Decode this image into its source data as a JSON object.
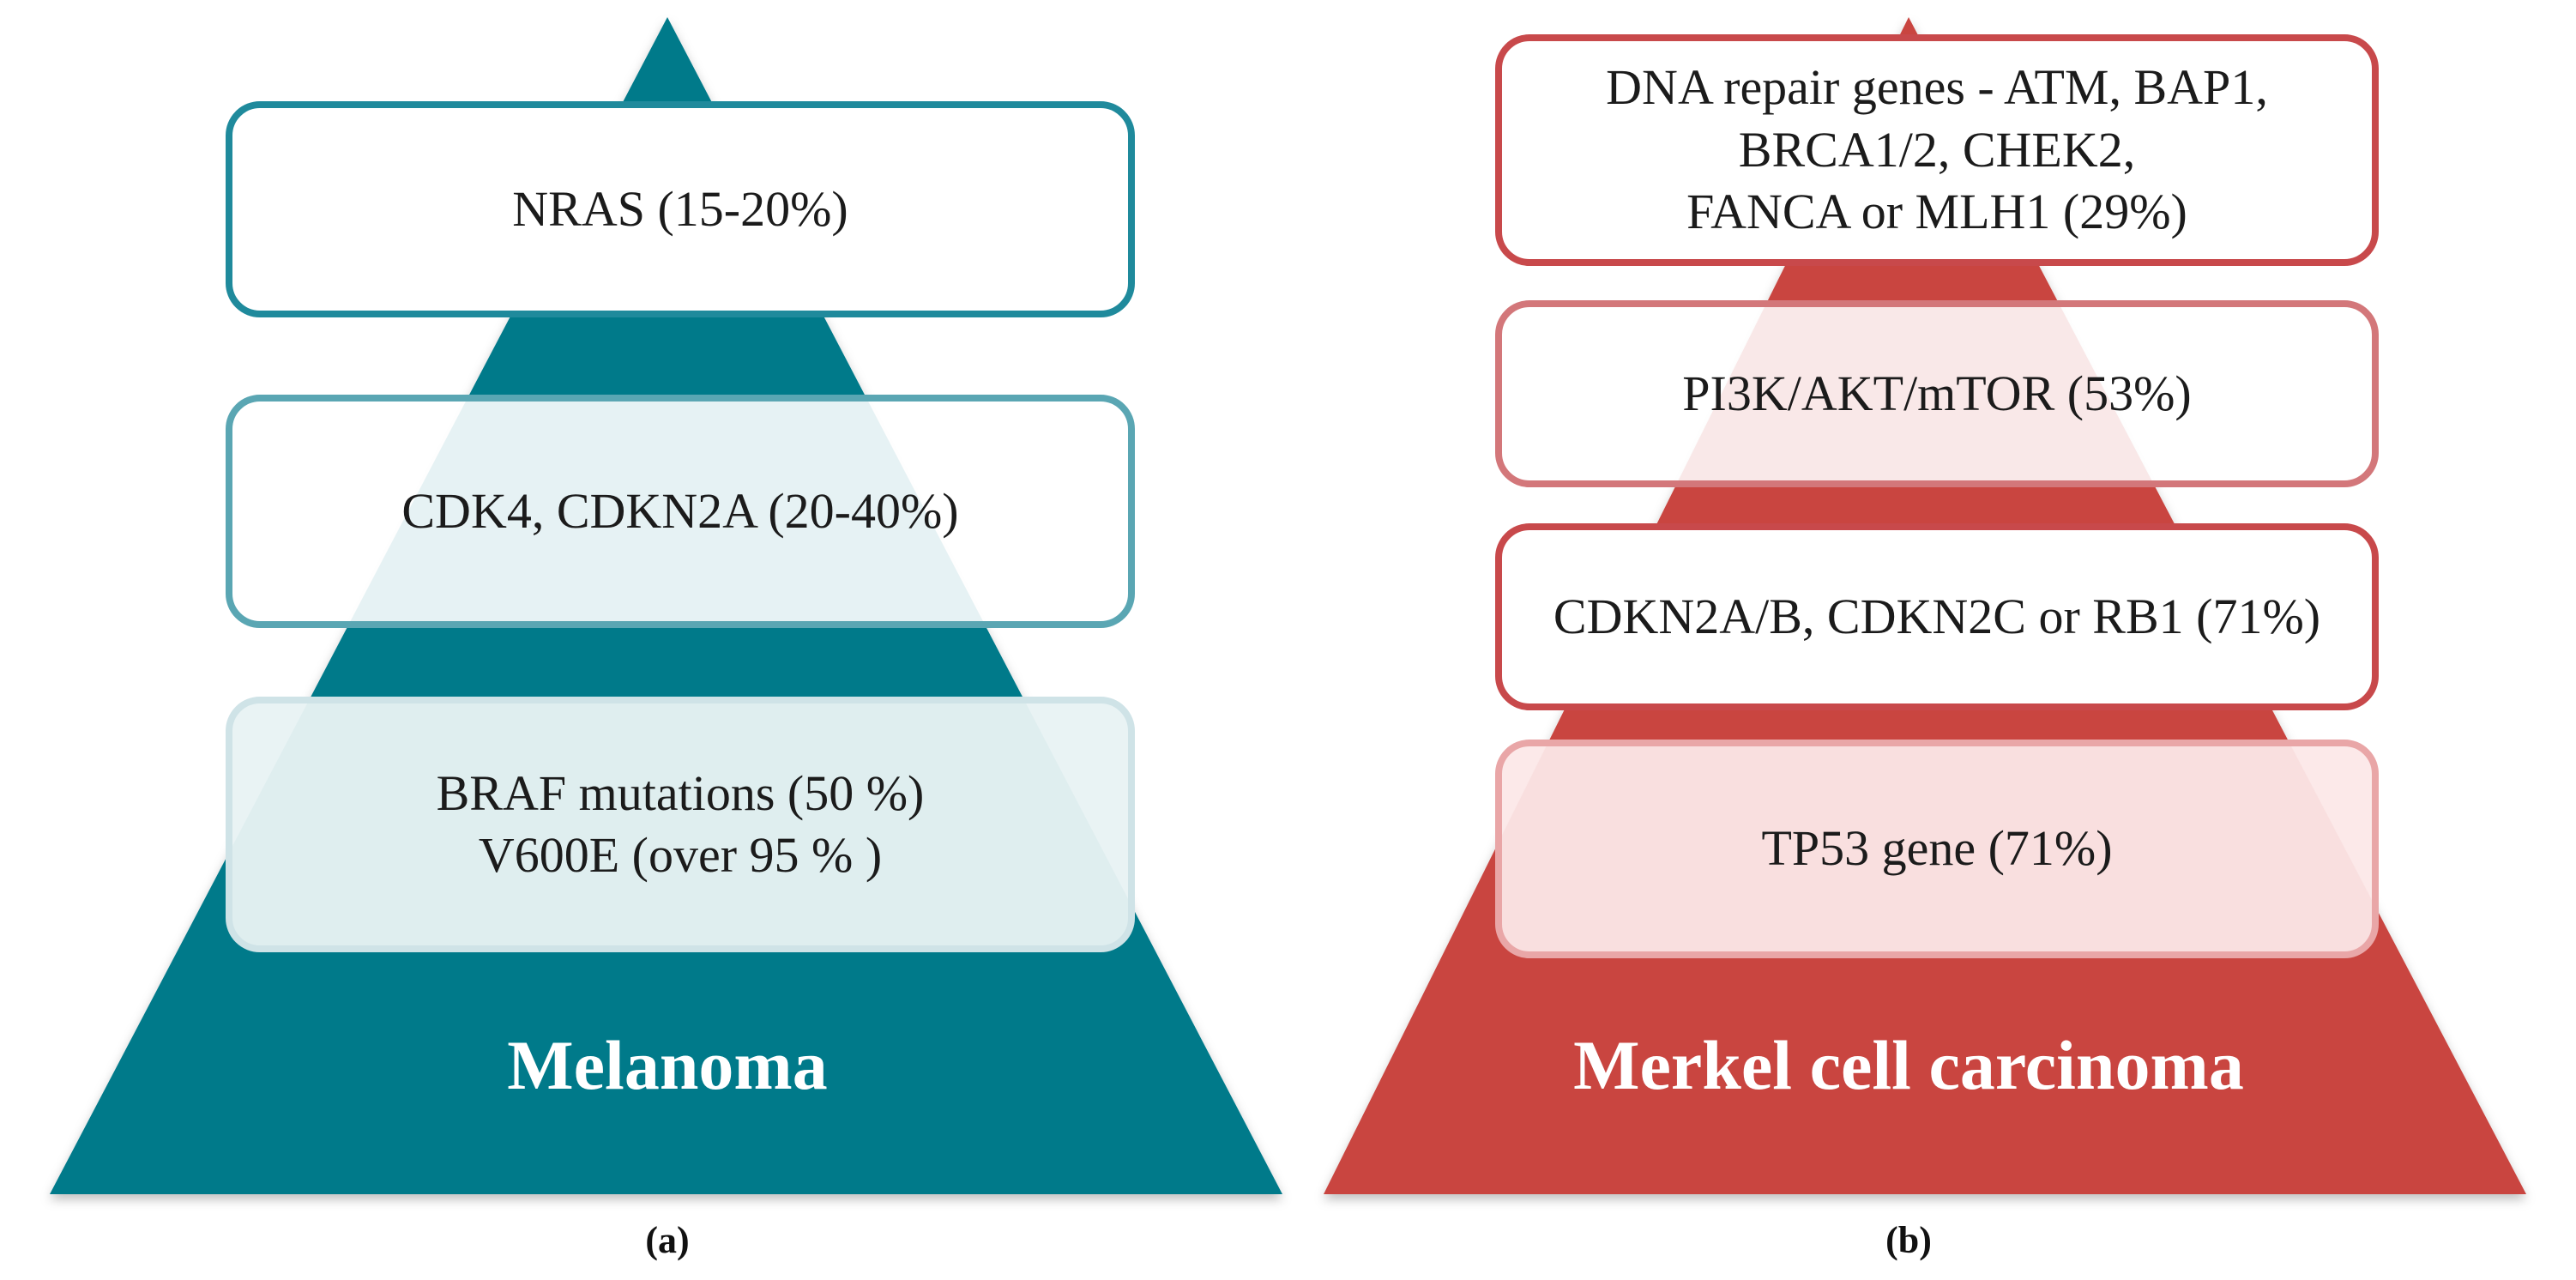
{
  "colors": {
    "melanoma": "#047a8a",
    "merkel": "#c9453f"
  },
  "melanoma": {
    "title": "Melanoma",
    "boxes": [
      {
        "lines": [
          "NRAS (15-20%)"
        ]
      },
      {
        "lines": [
          "CDK4, CDKN2A (20-40%)"
        ]
      },
      {
        "lines": [
          "BRAF mutations (50 %)",
          "V600E (over 95 % )"
        ]
      }
    ],
    "caption": "(a)"
  },
  "merkel": {
    "title": "Merkel cell carcinoma",
    "boxes": [
      {
        "lines": [
          "DNA repair genes - ATM, BAP1,",
          "BRCA1/2, CHEK2,",
          "FANCA or MLH1 (29%)"
        ]
      },
      {
        "lines": [
          "PI3K/AKT/mTOR (53%)"
        ]
      },
      {
        "lines": [
          "CDKN2A/B, CDKN2C or RB1 (71%)"
        ]
      },
      {
        "lines": [
          "TP53 gene (71%)"
        ]
      }
    ],
    "caption": "(b)"
  }
}
